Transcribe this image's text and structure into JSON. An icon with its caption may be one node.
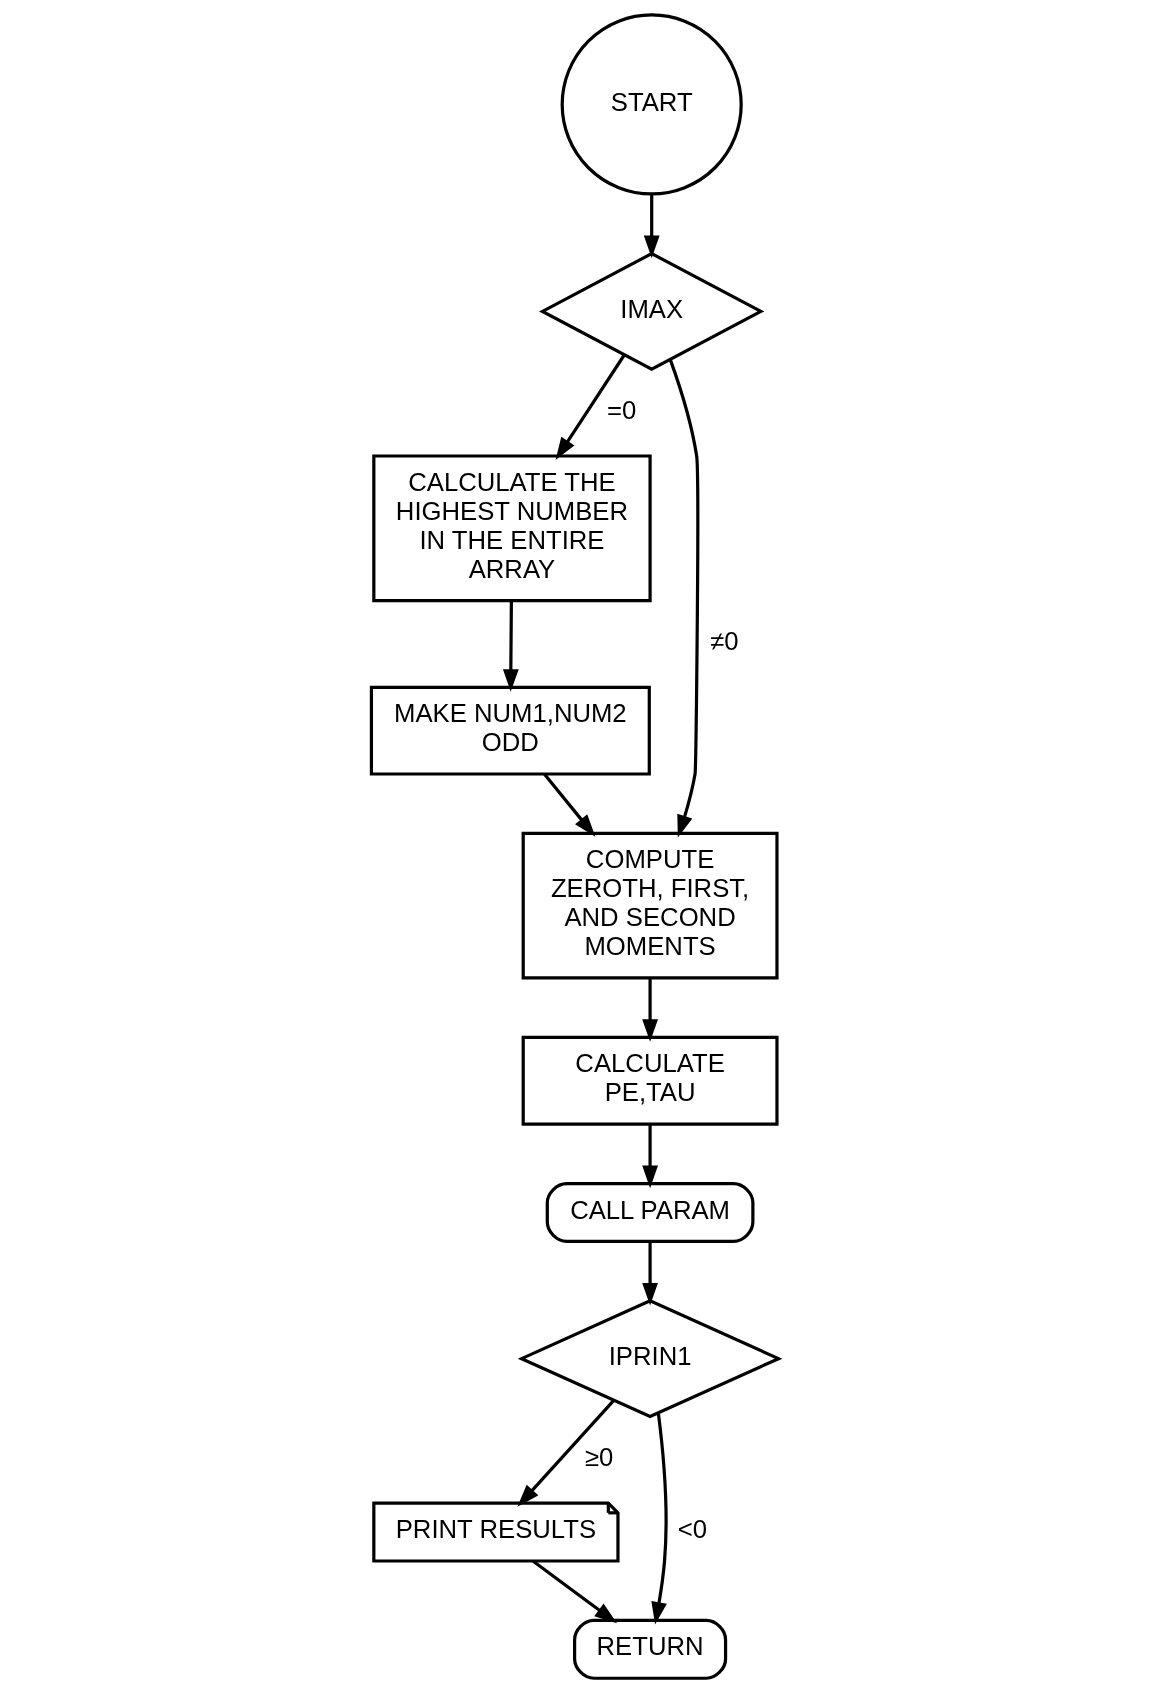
{
  "diagram": {
    "nodes": [
      {
        "text": [
          "START"
        ]
      },
      {
        "text": [
          "IMAX"
        ]
      },
      {
        "text": [
          "CALCULATE THE HIGHEST NUMBER IN THE ENTIRE ARRAY"
        ]
      },
      {
        "text": [
          "MAKE NUM1,NUM2 ODD"
        ]
      },
      {
        "text": [
          "COMPUTE ZEROTH, FIRST, AND SECOND MOMENTS"
        ]
      },
      {
        "text": [
          "CALCULATE PE,TAU"
        ]
      },
      {
        "text": [
          "CALL PARAM"
        ]
      },
      {
        "text": [
          "IPRIN1"
        ]
      },
      {
        "text": [
          "PRINT RESULTS"
        ]
      },
      {
        "text": [
          "RETURN"
        ]
      }
    ],
    "edges": [
      {
        "from": 0,
        "to": 1,
        "arrow": "to"
      },
      {
        "from": 1,
        "to": 2,
        "arrow": "to",
        "label": "=0"
      },
      {
        "from": 1,
        "to": 4,
        "arrow": "to",
        "label": "≠0"
      },
      {
        "from": 2,
        "to": 3,
        "arrow": "to"
      },
      {
        "from": 3,
        "to": 4,
        "arrow": "to"
      },
      {
        "from": 4,
        "to": 5,
        "arrow": "to"
      },
      {
        "from": 5,
        "to": 6,
        "arrow": "to"
      },
      {
        "from": 6,
        "to": 7,
        "arrow": "to"
      },
      {
        "from": 7,
        "to": 9,
        "arrow": "to",
        "label": "<0"
      },
      {
        "from": 7,
        "to": 8,
        "arrow": "to",
        "label": "≥0"
      },
      {
        "from": 8,
        "to": 9,
        "arrow": "to"
      }
    ]
  }
}
